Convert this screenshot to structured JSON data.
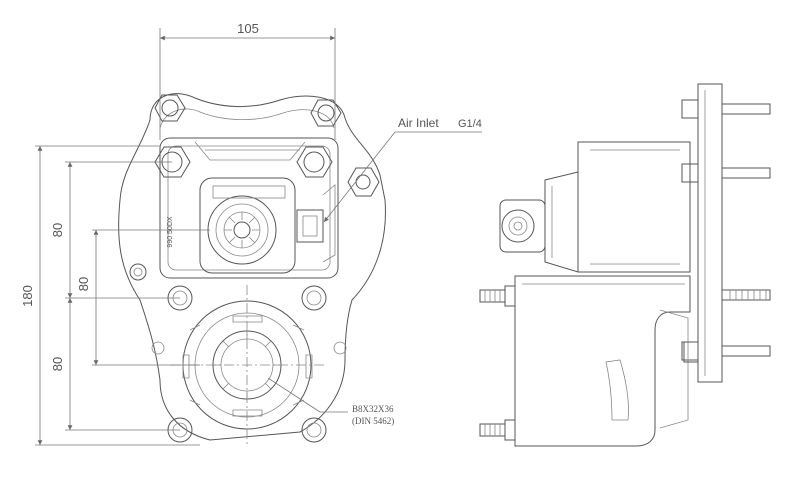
{
  "dimensions": {
    "top_width": "105",
    "overall_height": "180",
    "spacing_upper": "80",
    "spacing_middle": "80",
    "spacing_lower": "80"
  },
  "callouts": {
    "air_inlet": "Air Inlet",
    "air_inlet_thread": "G1/4",
    "spline_spec": "B8X32X36",
    "spline_standard": "(DIN 5462)"
  },
  "part_marking": "990 50DX"
}
